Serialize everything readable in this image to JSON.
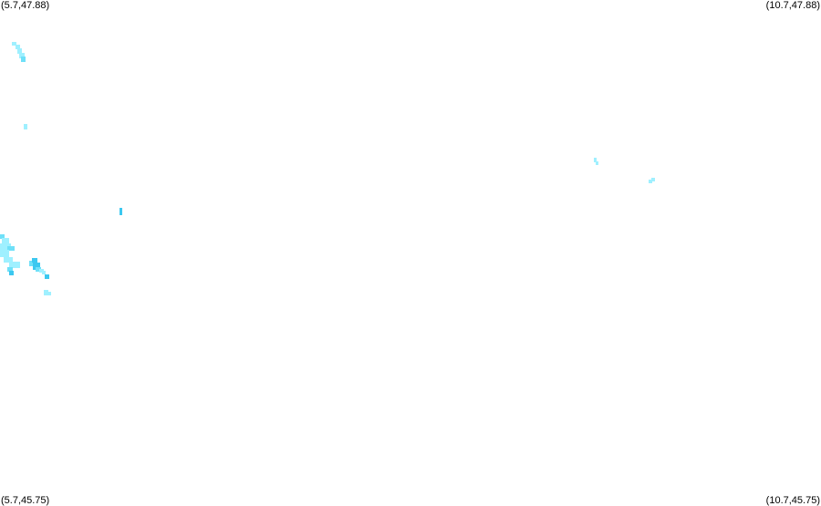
{
  "corners": {
    "top_left": "(5.7,47.88)",
    "top_right": "(10.7,47.88)",
    "bottom_left": "(5.7,45.75)",
    "bottom_right": "(10.7,45.75)"
  },
  "colors": {
    "background": "#ffffff",
    "light_cyan": "#9ff0ff",
    "mid_cyan": "#6fe0f8",
    "deep_cyan": "#3cc8f0",
    "label": "#000000"
  }
}
